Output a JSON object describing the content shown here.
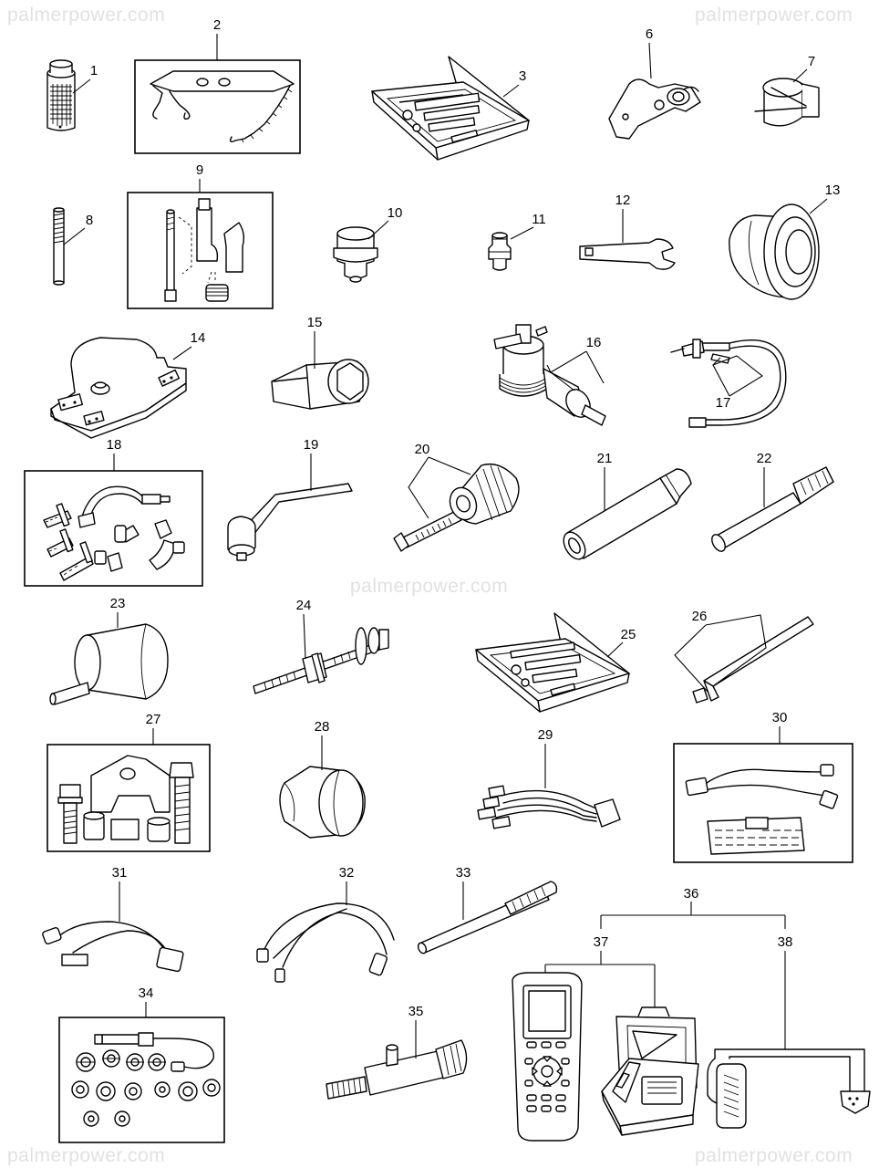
{
  "watermarks": {
    "top_left": "palmerpower.com",
    "top_right": "palmerpower.com",
    "center": "palmerpower.com",
    "bottom_left": "palmerpower.com",
    "bottom_right": "palmerpower.com"
  },
  "callouts": {
    "c1": "1",
    "c2": "2",
    "c3": "3",
    "c6": "6",
    "c7": "7",
    "c8": "8",
    "c9": "9",
    "c10": "10",
    "c11": "11",
    "c12": "12",
    "c13": "13",
    "c14": "14",
    "c15": "15",
    "c16": "16",
    "c17": "17",
    "c18": "18",
    "c19": "19",
    "c20": "20",
    "c21": "21",
    "c22": "22",
    "c23": "23",
    "c24": "24",
    "c25": "25",
    "c26": "26",
    "c27": "27",
    "c28": "28",
    "c29": "29",
    "c30": "30",
    "c31": "31",
    "c32": "32",
    "c33": "33",
    "c34": "34",
    "c35": "35",
    "c36": "36",
    "c37": "37",
    "c38": "38"
  },
  "colors": {
    "line": "#000000",
    "watermark": "#e1e1e1",
    "background": "#ffffff"
  }
}
